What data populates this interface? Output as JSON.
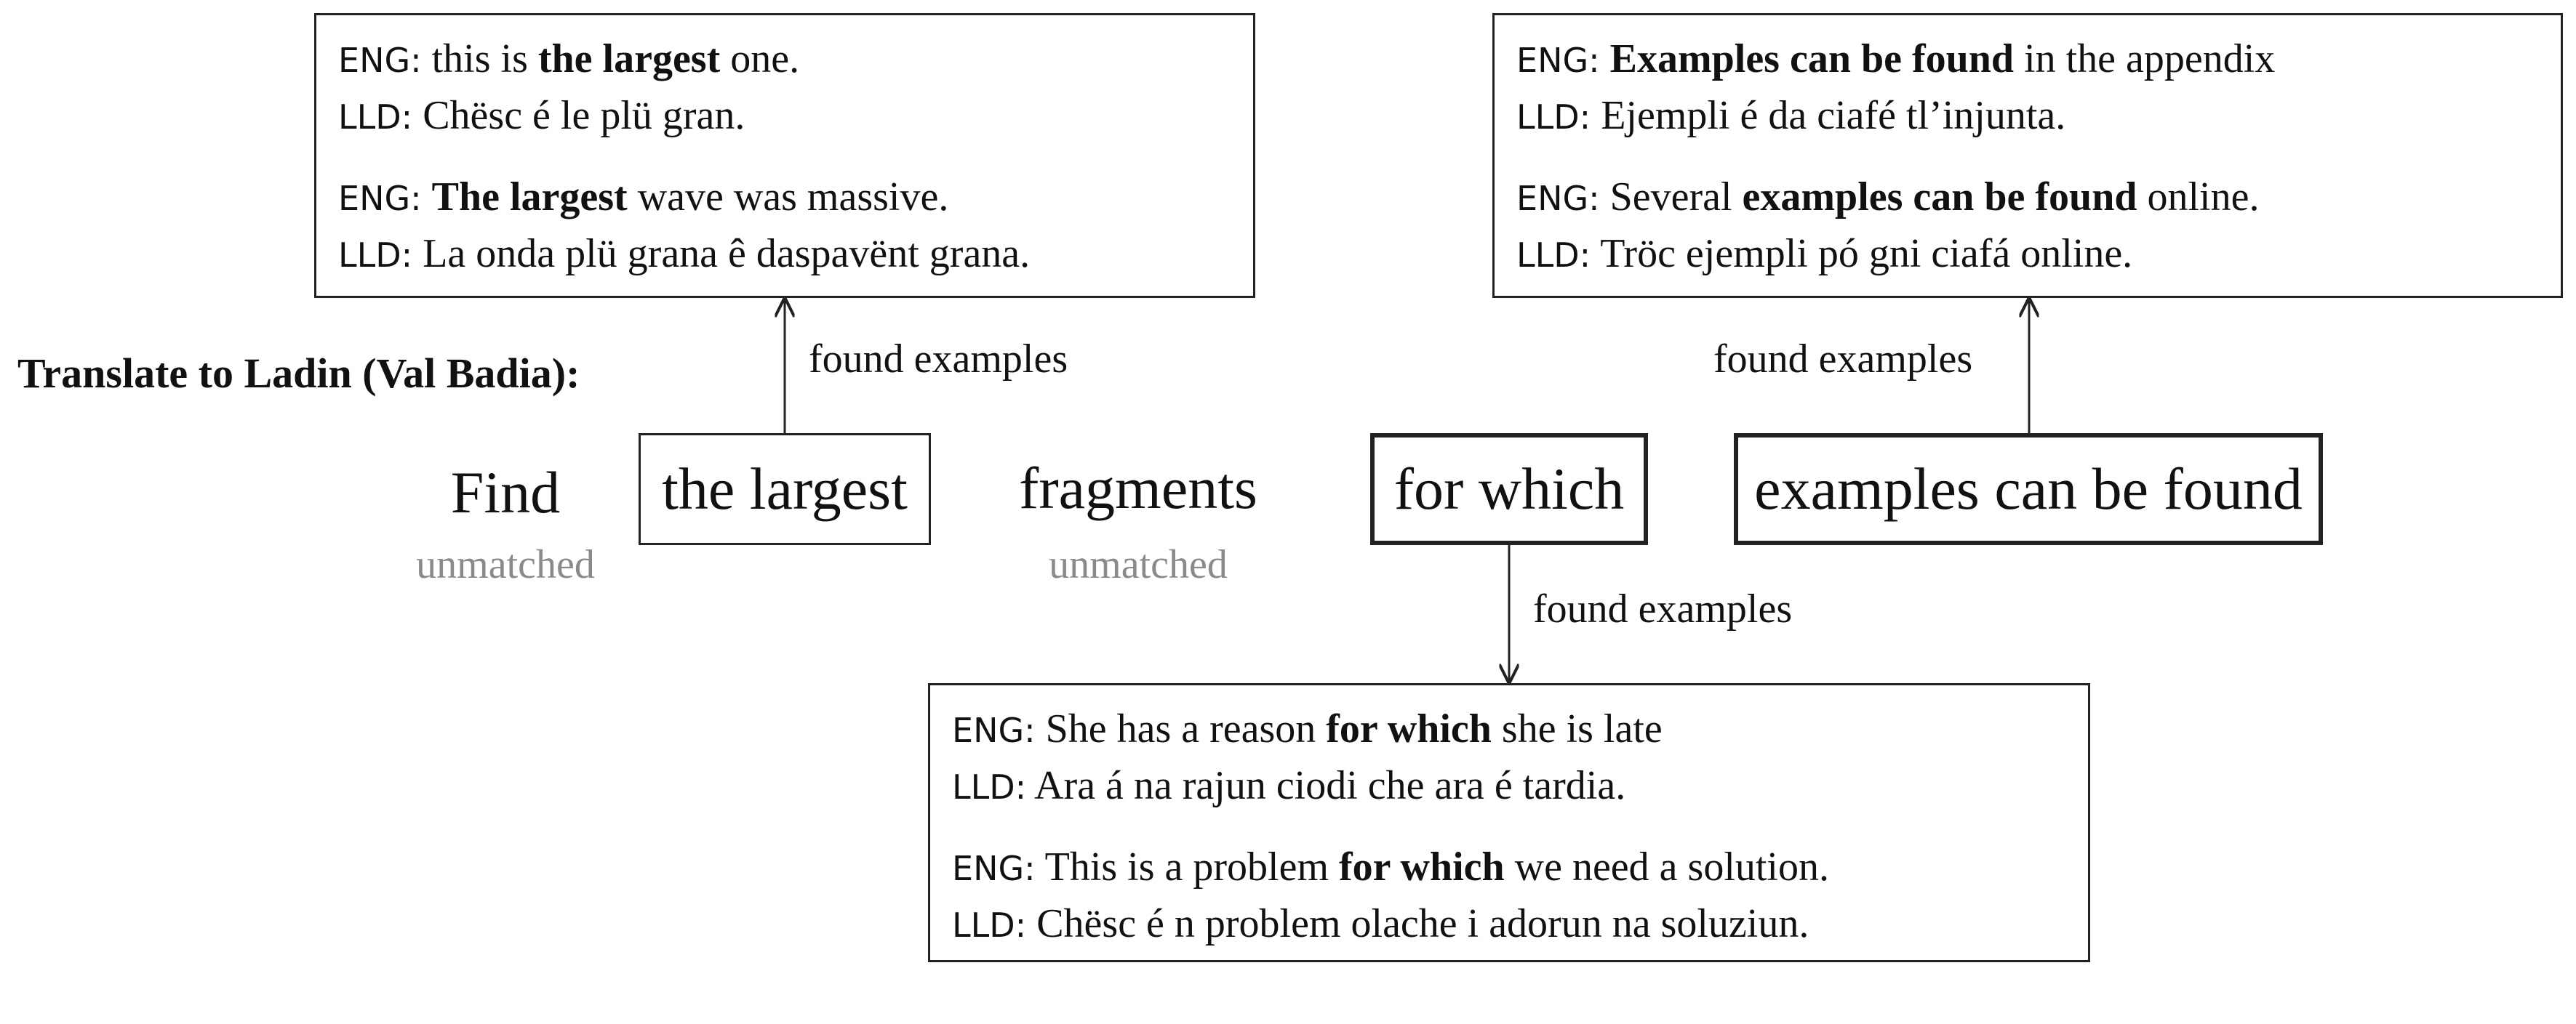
{
  "instruction": "Translate to Ladin (Val Badia):",
  "segments": [
    {
      "text": "Find",
      "status": "unmatched"
    },
    {
      "text": "the largest",
      "status": "matched",
      "edge_label": "found examples"
    },
    {
      "text": "fragments",
      "status": "unmatched"
    },
    {
      "text": "for which",
      "status": "matched",
      "edge_label": "found examples"
    },
    {
      "text": "examples can be found",
      "status": "matched",
      "edge_label": "found examples"
    }
  ],
  "lang_codes": {
    "source": "ENG:",
    "target": "LLD:"
  },
  "example_boxes": {
    "the_largest": [
      {
        "eng": [
          "this is ",
          "the largest",
          " one."
        ],
        "lld": "Chësc é le plü gran."
      },
      {
        "eng": [
          "",
          "The largest",
          " wave was massive."
        ],
        "lld": "La onda plü grana ê daspavënt grana."
      }
    ],
    "examples_can_be_found": [
      {
        "eng": [
          "",
          "Examples can be found",
          " in the appendix"
        ],
        "lld": "Ejempli é da ciafé tl’injunta."
      },
      {
        "eng": [
          "Several ",
          "examples can be found",
          " online."
        ],
        "lld": "Tröc ejempli pó gni ciafá online."
      }
    ],
    "for_which": [
      {
        "eng": [
          "She has a reason ",
          "for which",
          " she is late"
        ],
        "lld": "Ara á na rajun ciodi che ara é tardia."
      },
      {
        "eng": [
          "This is a problem ",
          "for which",
          " we need a solution."
        ],
        "lld": "Chësc é n problem olache i adorun na soluziun."
      }
    ]
  }
}
